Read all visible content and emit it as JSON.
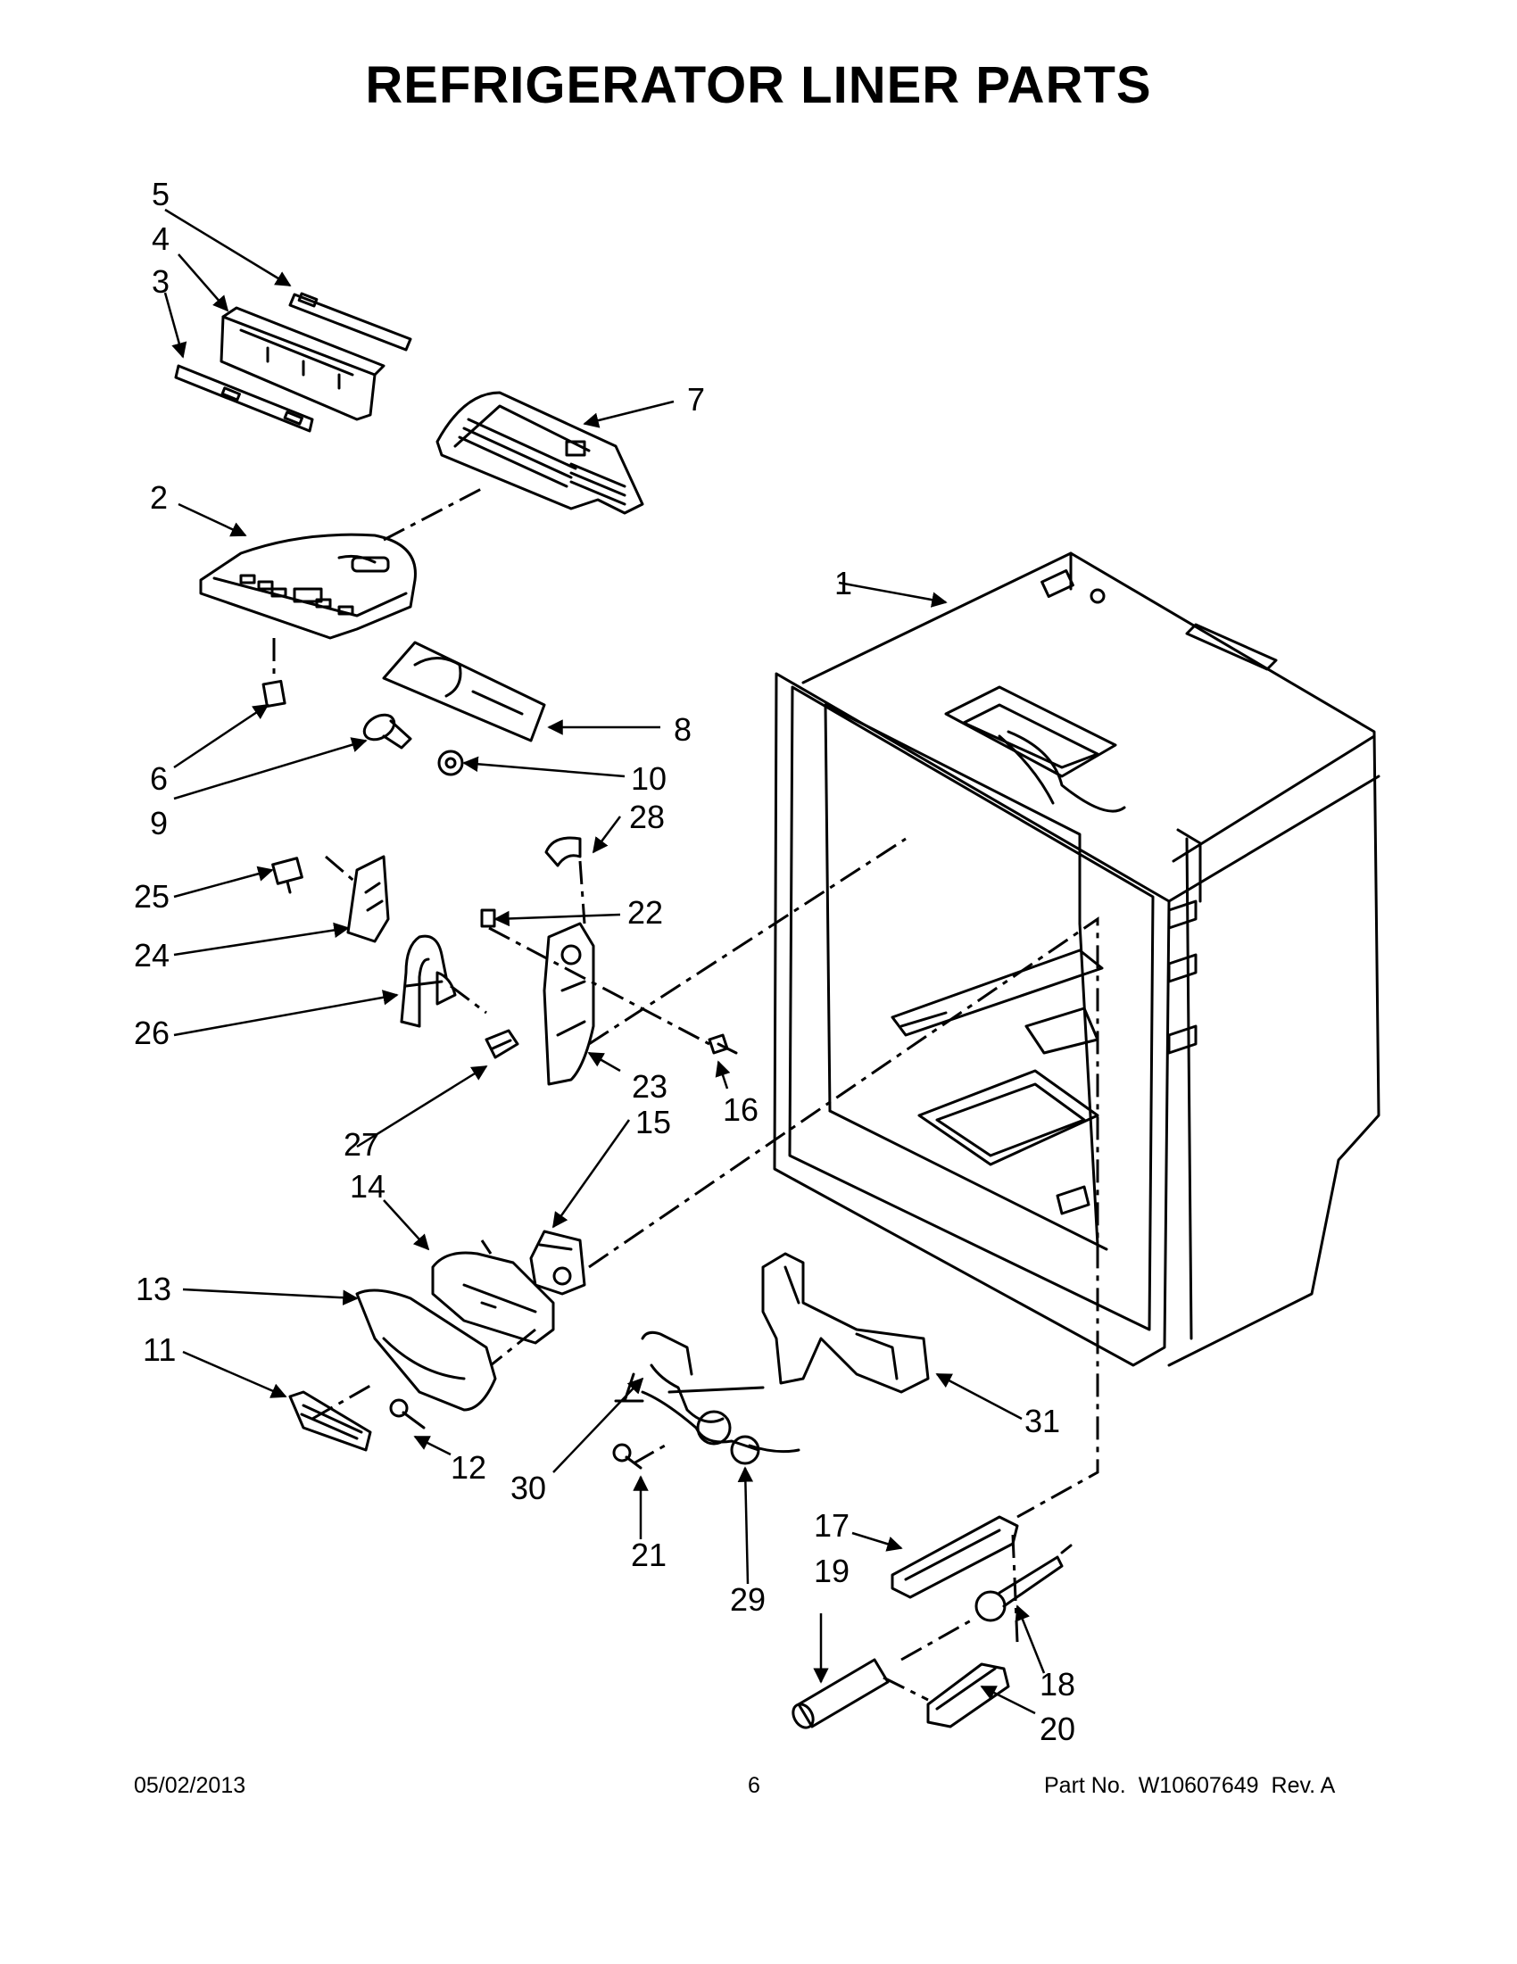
{
  "title": "REFRIGERATOR LINER PARTS",
  "callouts": [
    "1",
    "2",
    "3",
    "4",
    "5",
    "6",
    "7",
    "8",
    "9",
    "10",
    "11",
    "12",
    "13",
    "14",
    "15",
    "16",
    "17",
    "18",
    "19",
    "20",
    "21",
    "22",
    "23",
    "24",
    "25",
    "26",
    "27",
    "28",
    "29",
    "30",
    "31"
  ],
  "footer": {
    "date": "05/02/2013",
    "page": "6",
    "part_label": "Part No.",
    "part_number": "W10607649",
    "revision": "Rev.  A"
  },
  "colors": {
    "line": "#000000",
    "background": "#ffffff"
  }
}
